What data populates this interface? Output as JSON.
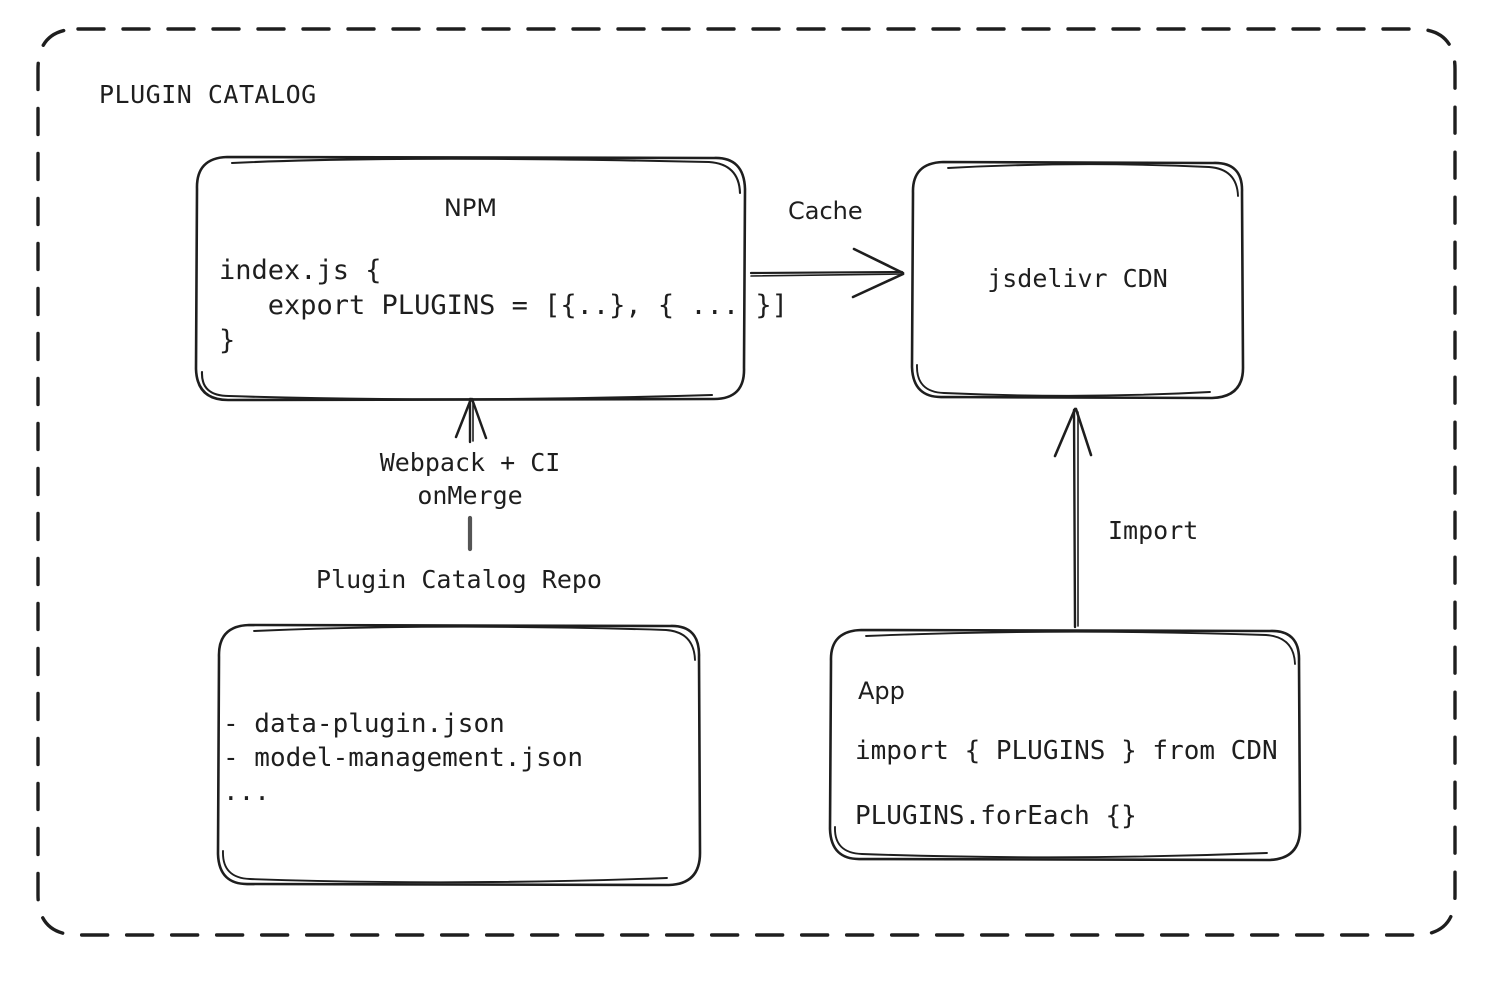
{
  "container": {
    "title": "PLUGIN CATALOG",
    "border_style": "dashed",
    "border_color": "#1e1e1e"
  },
  "boxes": {
    "npm": {
      "title": "NPM",
      "code_lines": [
        "index.js {",
        "   export PLUGINS = [{..}, { ... }]",
        "}"
      ],
      "code_text": "index.js {\n   export PLUGINS = [{..}, { ... }]\n}"
    },
    "cdn": {
      "title": "jsdelivr CDN"
    },
    "repo": {
      "label": "Plugin Catalog Repo",
      "items": [
        "- data-plugin.json",
        "- model-management.json",
        "..."
      ],
      "items_text": "- data-plugin.json\n- model-management.json\n..."
    },
    "app": {
      "title": "App",
      "line_1": "import { PLUGINS } from CDN",
      "line_2": "PLUGINS.forEach {}"
    }
  },
  "arrows": {
    "cache": {
      "label": "Cache",
      "from": "npm",
      "to": "cdn",
      "direction": "right"
    },
    "build": {
      "label": "Webpack + CI\nonMerge",
      "from": "repo",
      "to": "npm",
      "direction": "up"
    },
    "import": {
      "label": "Import",
      "from": "app",
      "to": "cdn",
      "direction": "up"
    }
  },
  "colors": {
    "stroke": "#1e1e1e",
    "background": "#ffffff"
  }
}
